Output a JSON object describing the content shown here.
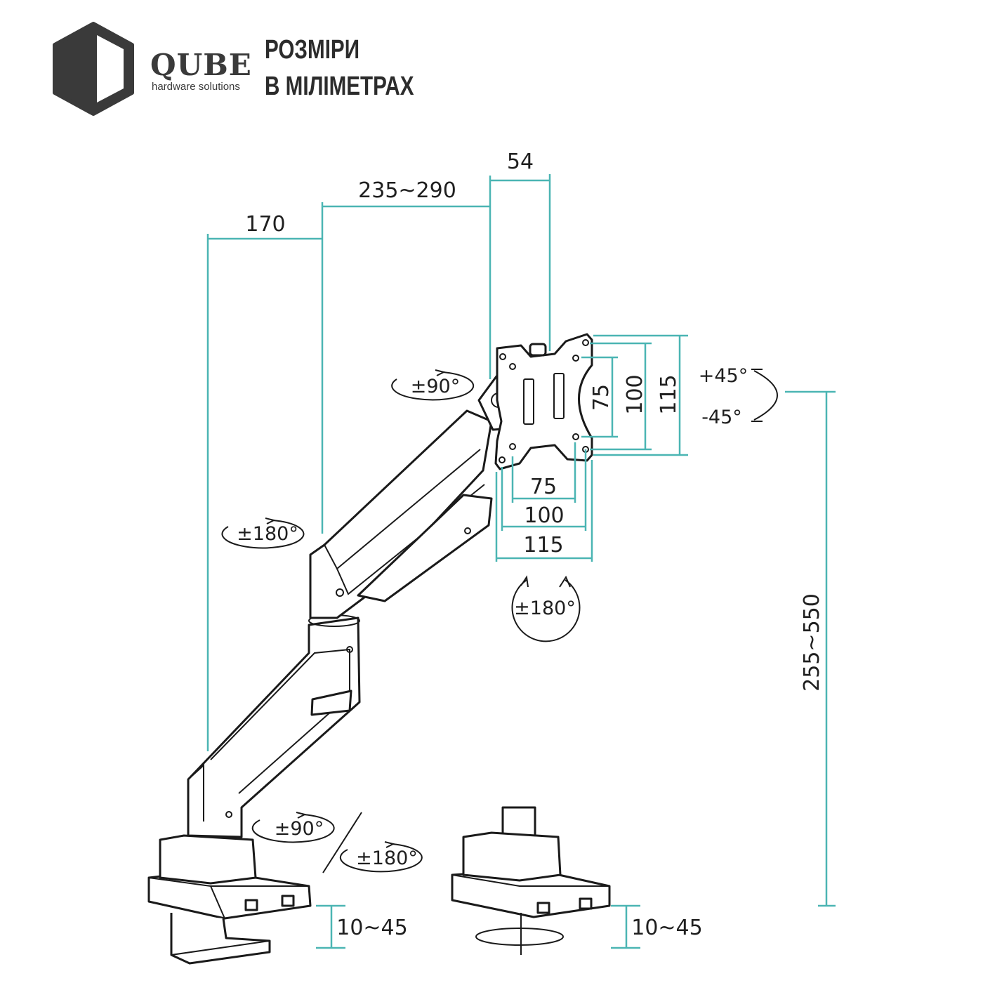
{
  "brand": {
    "name": "QUBE",
    "tagline": "hardware solutions"
  },
  "title": {
    "line1": "РОЗМІРИ",
    "line2": "В МІЛІМЕТРАХ"
  },
  "colors": {
    "dimension_line": "#4bb5b3",
    "ink": "#1a1a1a",
    "logo": "#3a3a3a"
  },
  "dimensions": {
    "top_depth": "54",
    "arm_reach": "235~290",
    "base_offset": "170",
    "vesa_h_75": "75",
    "vesa_h_100": "100",
    "vesa_h_115": "115",
    "vesa_w_75": "75",
    "vesa_w_100": "100",
    "vesa_w_115": "115",
    "height_range": "255~550",
    "clamp_left": "10~45",
    "clamp_right": "10~45"
  },
  "rotations": {
    "head_rotate": "±90°",
    "elbow_swivel": "±180°",
    "head_swivel": "±180°",
    "base_rotate": "±90°",
    "base_swivel": "±180°",
    "tilt_up": "+45°",
    "tilt_down": "-45°"
  }
}
